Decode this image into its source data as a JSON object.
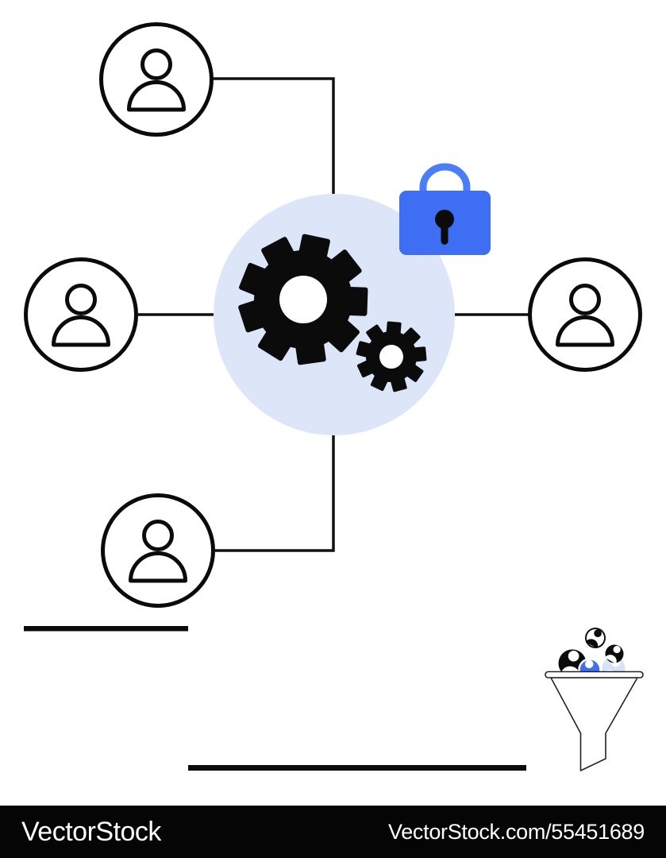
{
  "illustration": {
    "theme_colors": {
      "accent_blue": "#3d6ef3",
      "shackle_blue": "#4a7df6",
      "center_circle_blue": "#dce6f8",
      "pale_bubble_blue": "#d7e3f9",
      "ink_black": "#0b0b0b"
    },
    "user_nodes": [
      "top-left",
      "middle-left",
      "bottom-left",
      "right"
    ],
    "center_icons": [
      "gear-large",
      "gear-small",
      "padlock"
    ],
    "funnel_bubbles": [
      "black-large-user",
      "pale-blue-user",
      "blue-user",
      "black-small-user",
      "white-outline-user"
    ]
  },
  "watermark": {
    "brand": "VectorStock",
    "site_ref": "VectorStock.com/55451689"
  }
}
